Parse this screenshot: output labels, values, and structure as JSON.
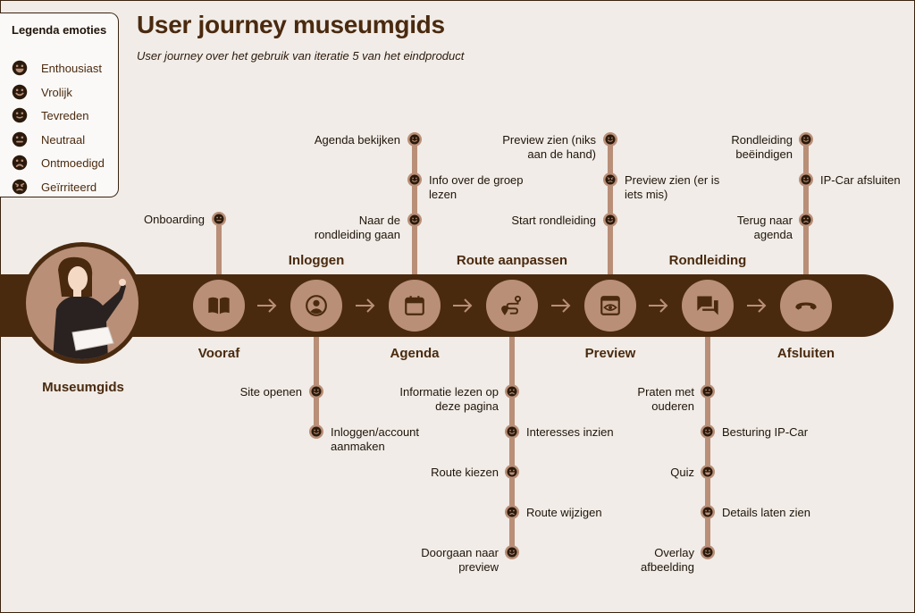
{
  "header": {
    "title": "User journey museumgids",
    "subtitle": "User journey over het gebruik van iteratie 5 van het eindproduct"
  },
  "legend": {
    "title": "Legenda emoties",
    "items": [
      {
        "label": "Enthousiast",
        "emotion": "enthusiastic"
      },
      {
        "label": "Vrolijk",
        "emotion": "happy"
      },
      {
        "label": "Tevreden",
        "emotion": "satisfied"
      },
      {
        "label": "Neutraal",
        "emotion": "neutral"
      },
      {
        "label": "Ontmoedigd",
        "emotion": "discouraged"
      },
      {
        "label": "Geïrriteerd",
        "emotion": "irritated"
      }
    ]
  },
  "persona": {
    "name": "Museumgids"
  },
  "colors": {
    "dark": "#4a2a0f",
    "accent": "#b98f78",
    "background": "#f1ece7"
  },
  "stages": [
    {
      "name": "Vooraf",
      "icon": "book-icon"
    },
    {
      "name": "Inloggen",
      "icon": "account-icon"
    },
    {
      "name": "Agenda",
      "icon": "calendar-icon"
    },
    {
      "name": "Route aanpassen",
      "icon": "route-icon"
    },
    {
      "name": "Preview",
      "icon": "preview-icon"
    },
    {
      "name": "Rondleiding",
      "icon": "chat-icon"
    },
    {
      "name": "Afsluiten",
      "icon": "phone-hangup-icon"
    }
  ],
  "steps": {
    "vooraf": [
      {
        "text": "Onboarding",
        "emotion": "neutral"
      }
    ],
    "inloggen": [
      {
        "text": "Site openen",
        "emotion": "happy"
      },
      {
        "text": "Inloggen/account aanmaken",
        "emotion": "happy"
      }
    ],
    "agenda": [
      {
        "text": "Agenda bekijken",
        "emotion": "happy"
      },
      {
        "text": "Info over de groep lezen",
        "emotion": "happy"
      },
      {
        "text": "Naar de rondleiding gaan",
        "emotion": "happy"
      }
    ],
    "route": [
      {
        "text": "Informatie lezen op deze pagina",
        "emotion": "discouraged"
      },
      {
        "text": "Interesses inzien",
        "emotion": "happy"
      },
      {
        "text": "Route kiezen",
        "emotion": "enthusiastic"
      },
      {
        "text": "Route wijzigen",
        "emotion": "discouraged"
      },
      {
        "text": "Doorgaan naar preview",
        "emotion": "happy"
      }
    ],
    "preview": [
      {
        "text": "Preview zien (niks aan de hand)",
        "emotion": "happy"
      },
      {
        "text": "Preview zien (er is iets mis)",
        "emotion": "irritated"
      },
      {
        "text": "Start rondleiding",
        "emotion": "happy"
      }
    ],
    "rondleiding": [
      {
        "text": "Praten met ouderen",
        "emotion": "neutral"
      },
      {
        "text": "Besturing IP-Car",
        "emotion": "happy"
      },
      {
        "text": "Quiz",
        "emotion": "enthusiastic"
      },
      {
        "text": "Details laten zien",
        "emotion": "enthusiastic"
      },
      {
        "text": "Overlay afbeelding",
        "emotion": "happy"
      }
    ],
    "afsluiten": [
      {
        "text": "Rondleiding beëindigen",
        "emotion": "happy"
      },
      {
        "text": "IP-Car afsluiten",
        "emotion": "happy"
      },
      {
        "text": "Terug naar agenda",
        "emotion": "discouraged"
      }
    ]
  }
}
